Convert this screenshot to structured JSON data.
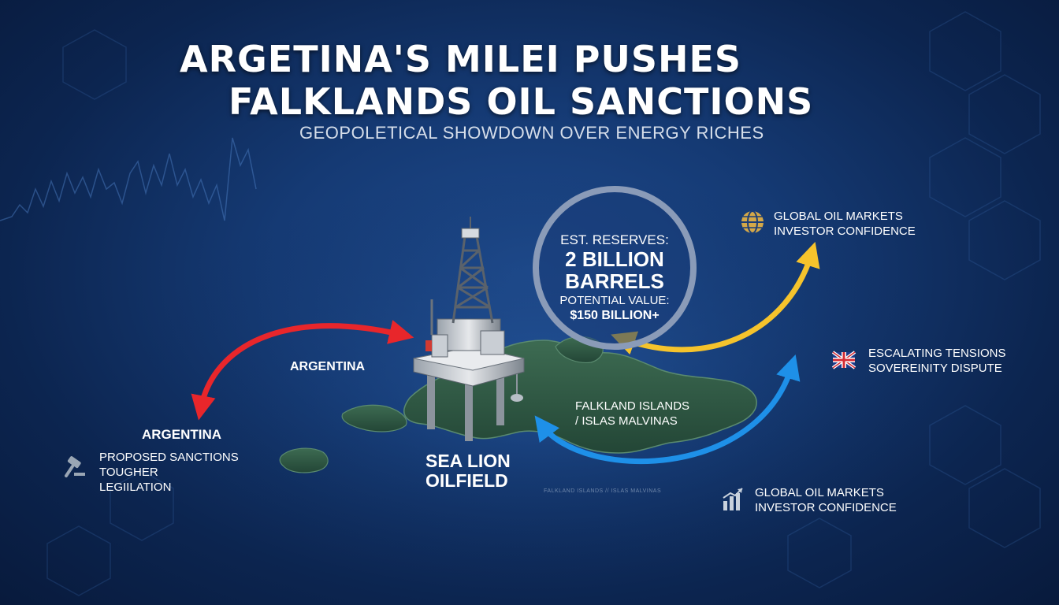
{
  "headline": {
    "line1": "ARGETINA'S MILEI PUSHES",
    "line2": "FALKLANDS OIL SANCTIONS",
    "subtitle": "GEOPOLETICAL SHOWDOWN OVER ENERGY RICHES"
  },
  "reserves_badge": {
    "label": "EST. RESERVES:",
    "amount_line1": "2 BILLION",
    "amount_line2": "BARRELS",
    "value_label": "POTENTIAL VALUE:",
    "value": "$150 BILLION+"
  },
  "labels": {
    "argentina_center": "ARGENTINA",
    "argentina_left": "ARGENTINA",
    "sanctions": [
      "PROPOSED SANCTIONS",
      "TOUGHER",
      "LEGIILATION"
    ],
    "falklands": [
      "FALKLAND ISLANDS",
      "/ ISLAS MALVINAS"
    ],
    "oilfield": [
      "SEA LION",
      "OILFIELD"
    ],
    "caption_blur": "FALKLAND ISLANDS // ISLAS MALVINAS",
    "top_right": [
      "GLOBAL OIL MARKETS",
      "INVESTOR CONFIDENCE"
    ],
    "mid_right": [
      "ESCALATING TENSIONS",
      "SOVEREINITY DISPUTE"
    ],
    "bottom_right": [
      "GLOBAL OIL MARKETS",
      "INVESTOR CONFIDENCE"
    ]
  },
  "icons": {
    "top_right": "globe-icon",
    "mid_right": "uk-flag-icon",
    "bottom_right": "bar-chart-up-icon",
    "sanctions": "gavel-icon"
  },
  "colors": {
    "red_arrow": "#e8262b",
    "yellow_arrow": "#f5c32c",
    "blue_arrow": "#1e90e8",
    "island": "#2f5a45",
    "badge_ring": "#8a9bb8",
    "icon_gold": "#d4a848"
  }
}
